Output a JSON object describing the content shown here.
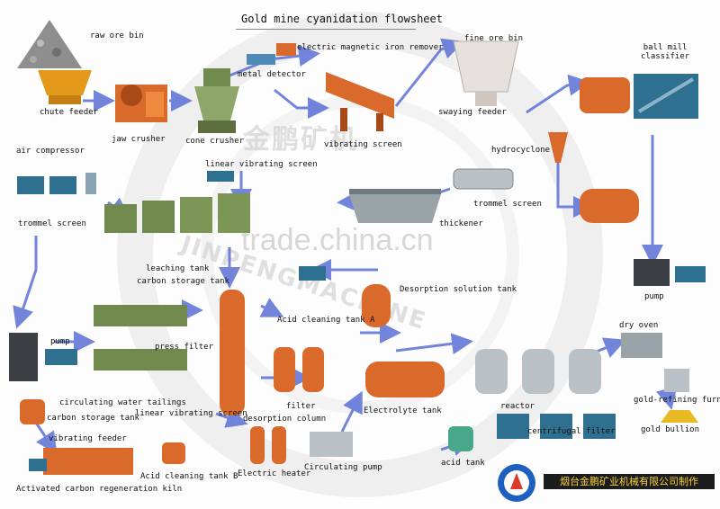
{
  "title": "Gold mine cyanidation flowsheet",
  "watermarks": {
    "cn": "金鹏矿机",
    "en": "JINPENGMACHINE",
    "trade": "trade.china.cn"
  },
  "footer": {
    "company": "烟台金鹏矿业机械有限公司制作"
  },
  "labels": {
    "raw_ore_bin": "raw ore bin",
    "chute_feeder": "chute feeder",
    "jaw_crusher": "jaw crusher",
    "cone_crusher": "cone crusher",
    "metal_detector": "metal detector",
    "electric_magnetic_iron_remover": "electric magnetic iron remover",
    "vibrating_screen": "vibrating screen",
    "fine_ore_bin": "fine ore bin",
    "swaying_feeder": "swaying feeder",
    "ball_mill_classifier": "ball mill\nclassifier",
    "air_compressor": "air compressor",
    "linear_vibrating_screen": "linear vibrating screen",
    "hydrocyclone": "hydrocyclone",
    "trommel_screen_top": "trommel screen",
    "trommel_screen_left": "trommel screen",
    "thickener": "thickener",
    "leaching_tank": "leaching tank",
    "carbon_storage_tank_top": "carbon storage tank",
    "desorption_solution_tank": "Desorption solution tank",
    "acid_cleaning_tank_a": "Acid cleaning tank A",
    "pump_left": "pump",
    "pump_right": "pump",
    "press_filter": "press filter",
    "dry_oven": "dry oven",
    "circulating_water_tailings": "circulating water tailings",
    "linear_vibrating_screen_low": "linear vibrating screen",
    "filter": "filter",
    "electrolyte_tank": "Electrolyte tank",
    "reactor": "reactor",
    "gold_refining_furnace": "gold-refining furnace",
    "carbon_storage_tank_low": "carbon storage tank",
    "desorption_column": "desorption column",
    "vibrating_feeder": "vibrating feeder",
    "centrifugal_filter": "centrifugal filter",
    "gold_bullion": "gold bullion",
    "acid_tank": "acid tank",
    "circulating_pump": "Circulating pump",
    "acid_cleaning_tank_b": "Acid cleaning tank B",
    "electric_heater": "Electric heater",
    "activated_carbon_regeneration_kiln": "Activated carbon regeneration kiln"
  },
  "colors": {
    "flow_arrow": "#5b6fd6",
    "equipment_orange": "#d95f2a",
    "equipment_green": "#6f8a4c",
    "equipment_blue": "#2f6f8f",
    "steel": "#b9c0c6",
    "gold": "#e8b923"
  },
  "icons": [
    "logo-icon"
  ]
}
